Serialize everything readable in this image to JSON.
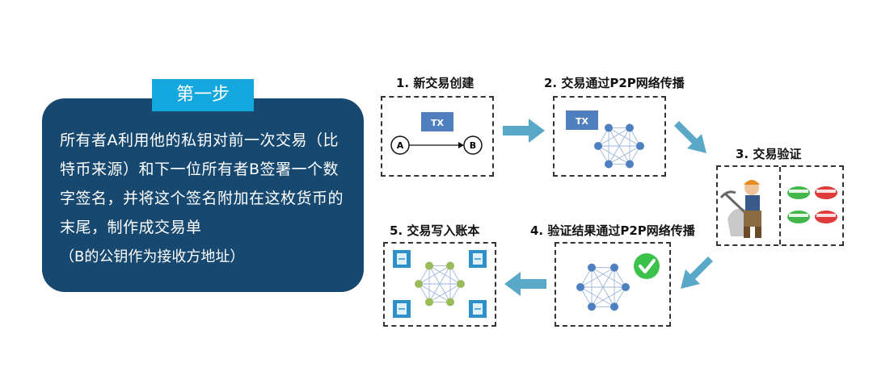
{
  "step_badge": "第一步",
  "step_text": "所有者A利用他的私钥对前一次交易（比特币来源）和下一位所有者B签署一个数字签名，并将这个签名附加在这枚货币的末尾，制作成交易单",
  "step_note": "（B的公钥作为接收方地址）",
  "stages": [
    {
      "title": "1. 新交易创建",
      "tx_label": "TX",
      "from_label": "A",
      "to_label": "B"
    },
    {
      "title": "2. 交易通过P2P网络传播",
      "tx_label": "TX"
    },
    {
      "title": "3. 交易验证"
    },
    {
      "title": "4. 验证结果通过P2P网络传播"
    },
    {
      "title": "5. 交易写入账本"
    }
  ],
  "colors": {
    "panel": "#17486f",
    "badge": "#15a8de",
    "arrow": "#5aa8c8",
    "tx_box": "#4f7fbf",
    "network_node": "#4e7fc0",
    "ledger_node": "#9bbb59",
    "check": "#3cc24a",
    "toggle_green": "#43b649",
    "toggle_red": "#e03b3b"
  }
}
